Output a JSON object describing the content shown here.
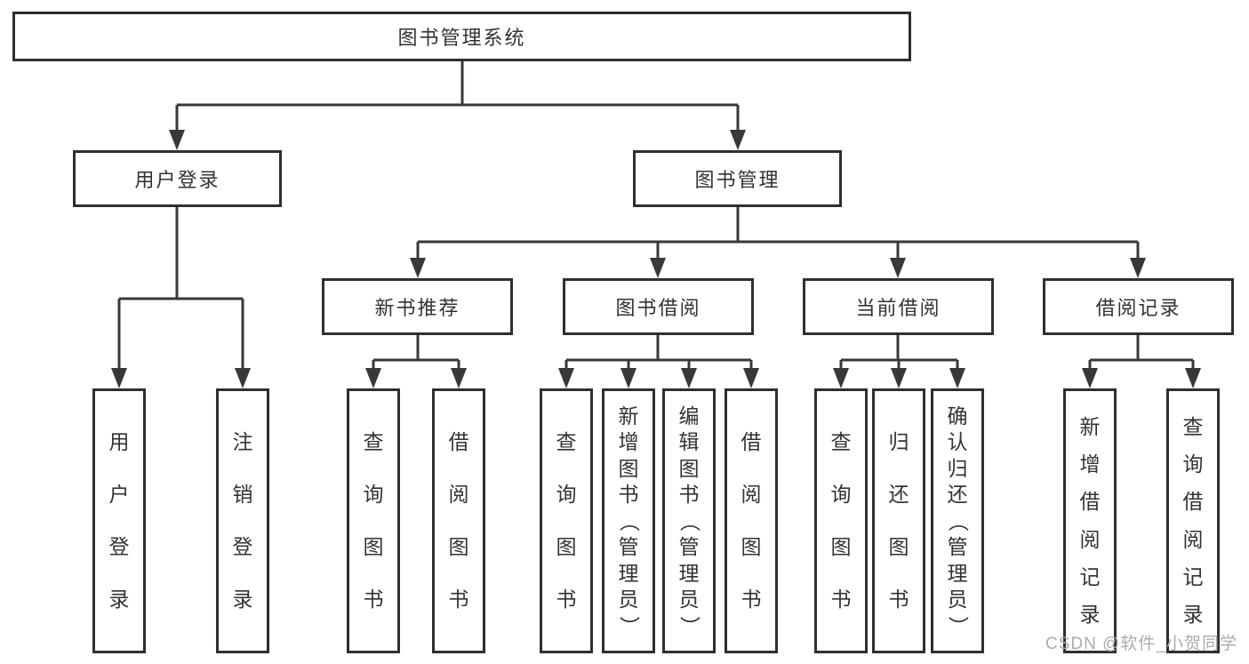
{
  "title": {
    "label": "图书管理系统"
  },
  "level2": {
    "user_login": "用户登录",
    "book_management": "图书管理"
  },
  "level3": {
    "new_book_recommend": "新书推荐",
    "book_borrow": "图书借阅",
    "current_borrow": "当前借阅",
    "borrow_records": "借阅记录"
  },
  "leaves": {
    "user_login": [
      "用户登录",
      "注销登录"
    ],
    "new_book_recommend": [
      "查询图书",
      "借阅图书"
    ],
    "book_borrow": [
      "查询图书",
      "新增图书（管理员）",
      "编辑图书（管理员）",
      "借阅图书"
    ],
    "current_borrow": [
      "查询图书",
      "归还图书",
      "确认归还（管理员）"
    ],
    "borrow_records": [
      "新增借阅记录",
      "查询借阅记录"
    ]
  },
  "watermark": "CSDN @软件_小贺同学",
  "colors": {
    "line": "#383838",
    "border": "#2f2f2f",
    "text": "#333333",
    "watermark": "#ababab",
    "bg": "#ffffff"
  }
}
